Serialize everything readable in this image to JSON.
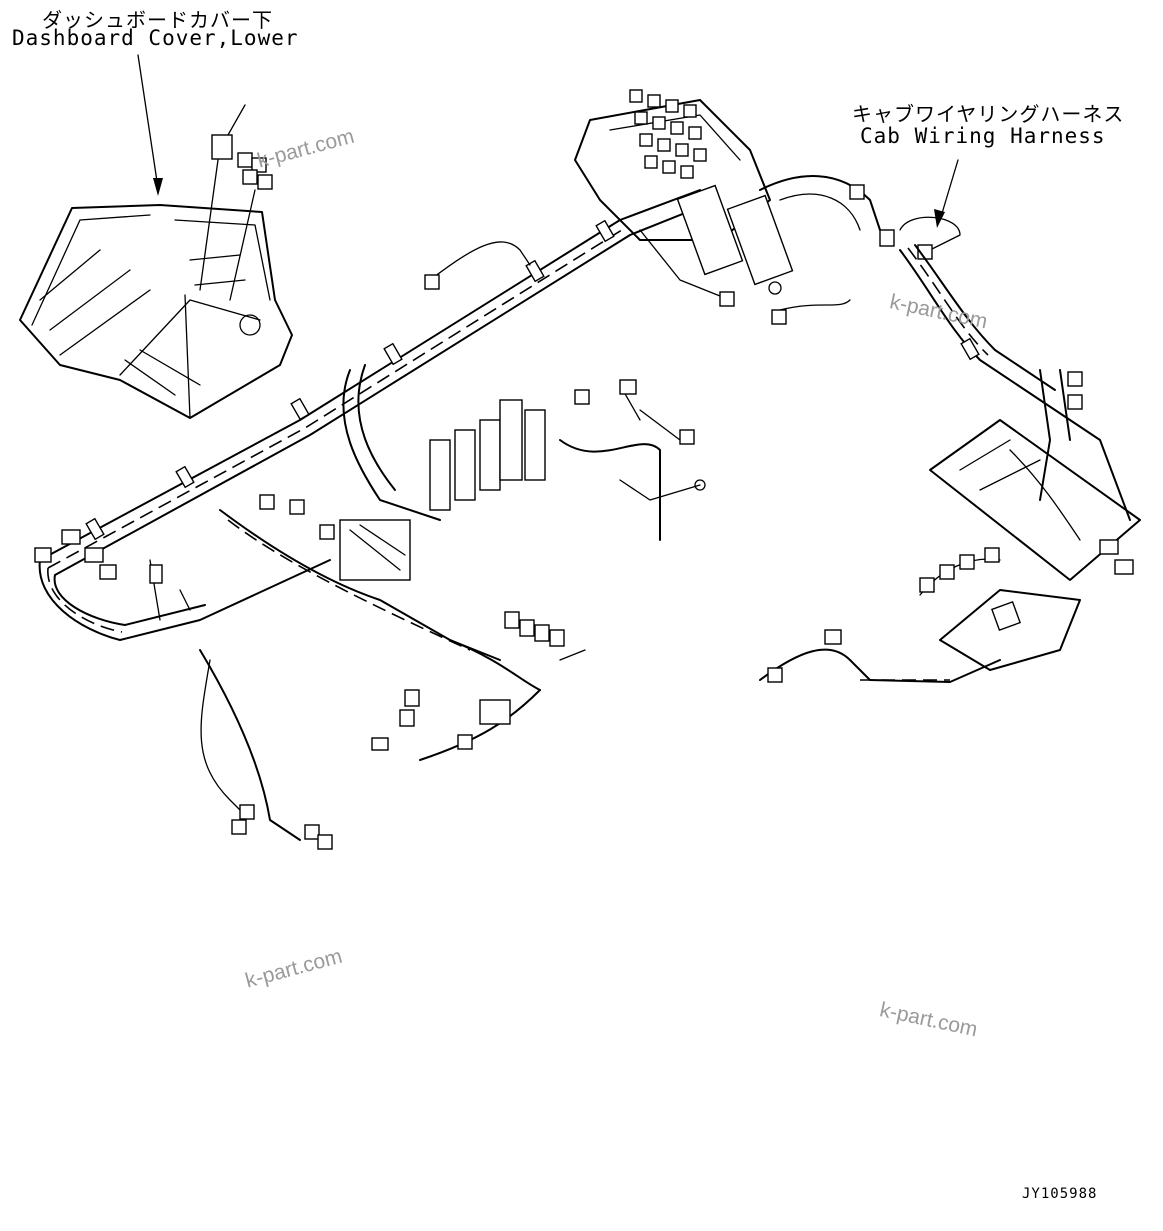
{
  "labels": {
    "dashboard_cover_jp": "ダッシュボードカバー下",
    "dashboard_cover_en": "Dashboard Cover,Lower",
    "cab_harness_jp": "キャブワイヤリングハーネス",
    "cab_harness_en": "Cab Wiring Harness"
  },
  "watermarks": [
    "k-part.com",
    "k-part.com",
    "k-part.com",
    "k-part.com"
  ],
  "figure_number": "JY105988"
}
